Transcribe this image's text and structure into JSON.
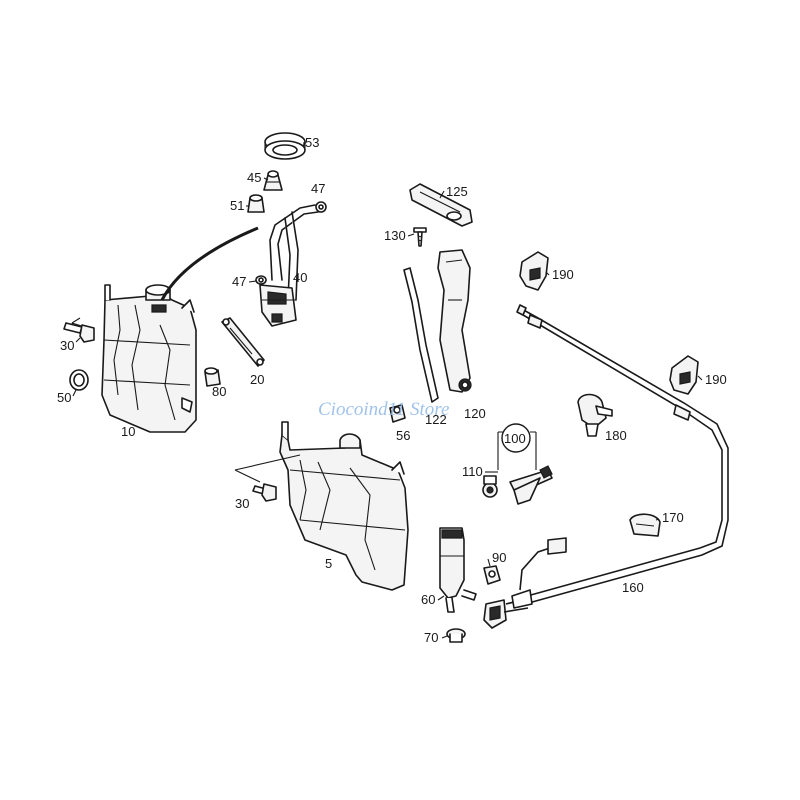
{
  "labels": {
    "p53": "53",
    "p45": "45",
    "p47a": "47",
    "p51": "51",
    "p47b": "47",
    "p40": "40",
    "p30a": "30",
    "p50": "50",
    "p10": "10",
    "p80": "80",
    "p20": "20",
    "p125": "125",
    "p130": "130",
    "p122": "122",
    "p56": "56",
    "p120": "120",
    "p190a": "190",
    "p190b": "190",
    "p180": "180",
    "p100": "100",
    "p110": "110",
    "p30b": "30",
    "p5": "5",
    "p170": "170",
    "p90": "90",
    "p60": "60",
    "p160": "160",
    "p70": "70"
  },
  "watermark": "Ciocoind11 Store"
}
